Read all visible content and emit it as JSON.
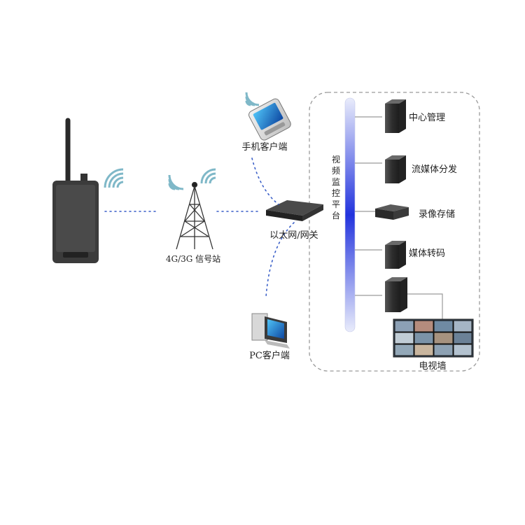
{
  "labels": {
    "mobile_client": "手机客户端",
    "base_station": "4G/3G 信号站",
    "gateway": "以太网/网关",
    "pc_client": "PC客户端",
    "platform": "视频监控平台",
    "tv_wall": "电视墙"
  },
  "servers": [
    {
      "label": "中心管理"
    },
    {
      "label": "流媒体分发"
    },
    {
      "label": "录像存储"
    },
    {
      "label": "媒体转码"
    }
  ],
  "colors": {
    "link": "#3a5fc8",
    "bus_top": "#e9ecfb",
    "bus_mid": "#2233dd",
    "bus_bottom": "#e9ecfb",
    "device": "#3b3b3b",
    "wifi": "#7fb8c8",
    "frame": "#9a9a9a"
  }
}
